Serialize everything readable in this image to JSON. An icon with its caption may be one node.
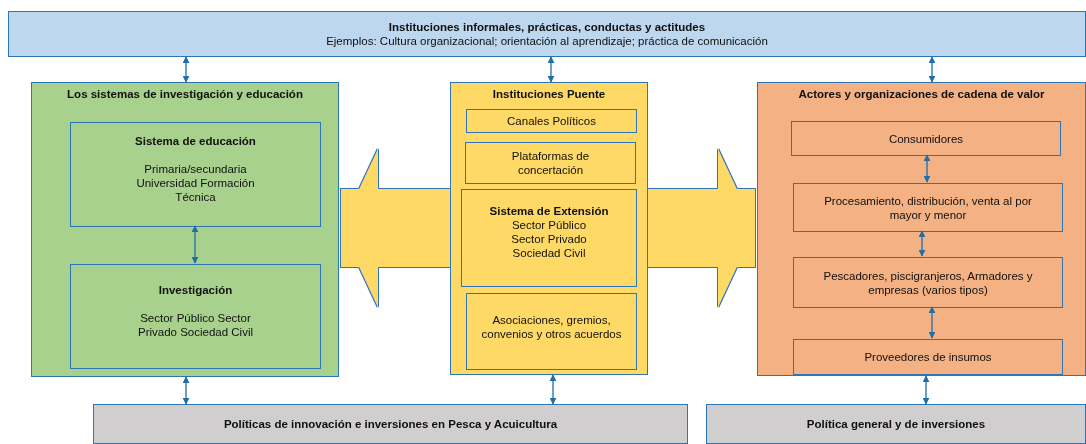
{
  "diagram": {
    "nodes": [
      {
        "text": [
          "Instituciones informales, prácticas, conductas y actitudes",
          "Ejemplos: Cultura organizacional; orientación al aprendizaje; práctica de comunicación"
        ]
      },
      {
        "text": [
          "Los sistemas de investigación y educación"
        ]
      },
      {
        "text": [
          "Sistema de educación",
          "Primaria/secundaria Universidad Formación Técnica"
        ],
        "in": 1
      },
      {
        "text": [
          "Investigación",
          "Sector Público Sector Privado Sociedad Civil"
        ],
        "in": 1
      },
      {
        "text": [
          "Instituciones Puente"
        ]
      },
      {
        "text": [
          "Canales Políticos"
        ],
        "in": 4
      },
      {
        "text": [
          "Plataformas de concertación"
        ],
        "in": 4
      },
      {
        "text": [
          "Sistema de Extensión",
          "Sector Público Sector Privado Sociedad Civil"
        ],
        "in": 4
      },
      {
        "text": [
          "Asociaciones, gremios, convenios y otros acuerdos"
        ],
        "in": 4
      },
      {
        "text": [
          "Actores y organizaciones de cadena de valor"
        ]
      },
      {
        "text": [
          "Consumidores"
        ],
        "in": 9
      },
      {
        "text": [
          "Procesamiento, distribución, venta al por mayor y menor"
        ],
        "in": 9
      },
      {
        "text": [
          "Pescadores, piscigranjeros, Armadores y empresas (varios tipos)"
        ],
        "in": 9
      },
      {
        "text": [
          "Proveedores de insumos"
        ],
        "in": 9
      },
      {
        "text": [
          "Políticas de innovación e inversiones en Pesca y Acuicultura"
        ]
      },
      {
        "text": [
          "Política general y de inversiones"
        ]
      }
    ],
    "edges": [
      {
        "from": 0,
        "to": 1,
        "arrow": "both"
      },
      {
        "from": 0,
        "to": 4,
        "arrow": "both"
      },
      {
        "from": 0,
        "to": 9,
        "arrow": "both"
      },
      {
        "from": 2,
        "to": 3,
        "arrow": "both"
      },
      {
        "from": 4,
        "to": 1,
        "arrow": "to",
        "style": "thick",
        "color": "#ffd966"
      },
      {
        "from": 4,
        "to": 9,
        "arrow": "to",
        "style": "thick",
        "color": "#ffd966"
      },
      {
        "from": 10,
        "to": 11,
        "arrow": "both"
      },
      {
        "from": 11,
        "to": 12,
        "arrow": "both"
      },
      {
        "from": 12,
        "to": 13,
        "arrow": "both"
      },
      {
        "from": 1,
        "to": 14,
        "arrow": "both"
      },
      {
        "from": 4,
        "to": 14,
        "arrow": "both"
      },
      {
        "from": 9,
        "to": 15,
        "arrow": "both"
      }
    ]
  }
}
